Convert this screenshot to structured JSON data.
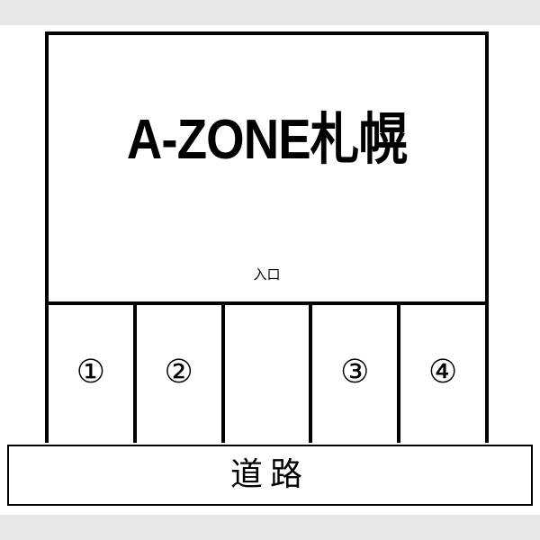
{
  "building": {
    "name": "A-ZONE札幌",
    "entrance_label": "入口"
  },
  "parking": {
    "lots": [
      {
        "label": "①"
      },
      {
        "label": "②"
      },
      {
        "label": ""
      },
      {
        "label": "③"
      },
      {
        "label": "④"
      }
    ]
  },
  "road": {
    "label": "道路"
  }
}
